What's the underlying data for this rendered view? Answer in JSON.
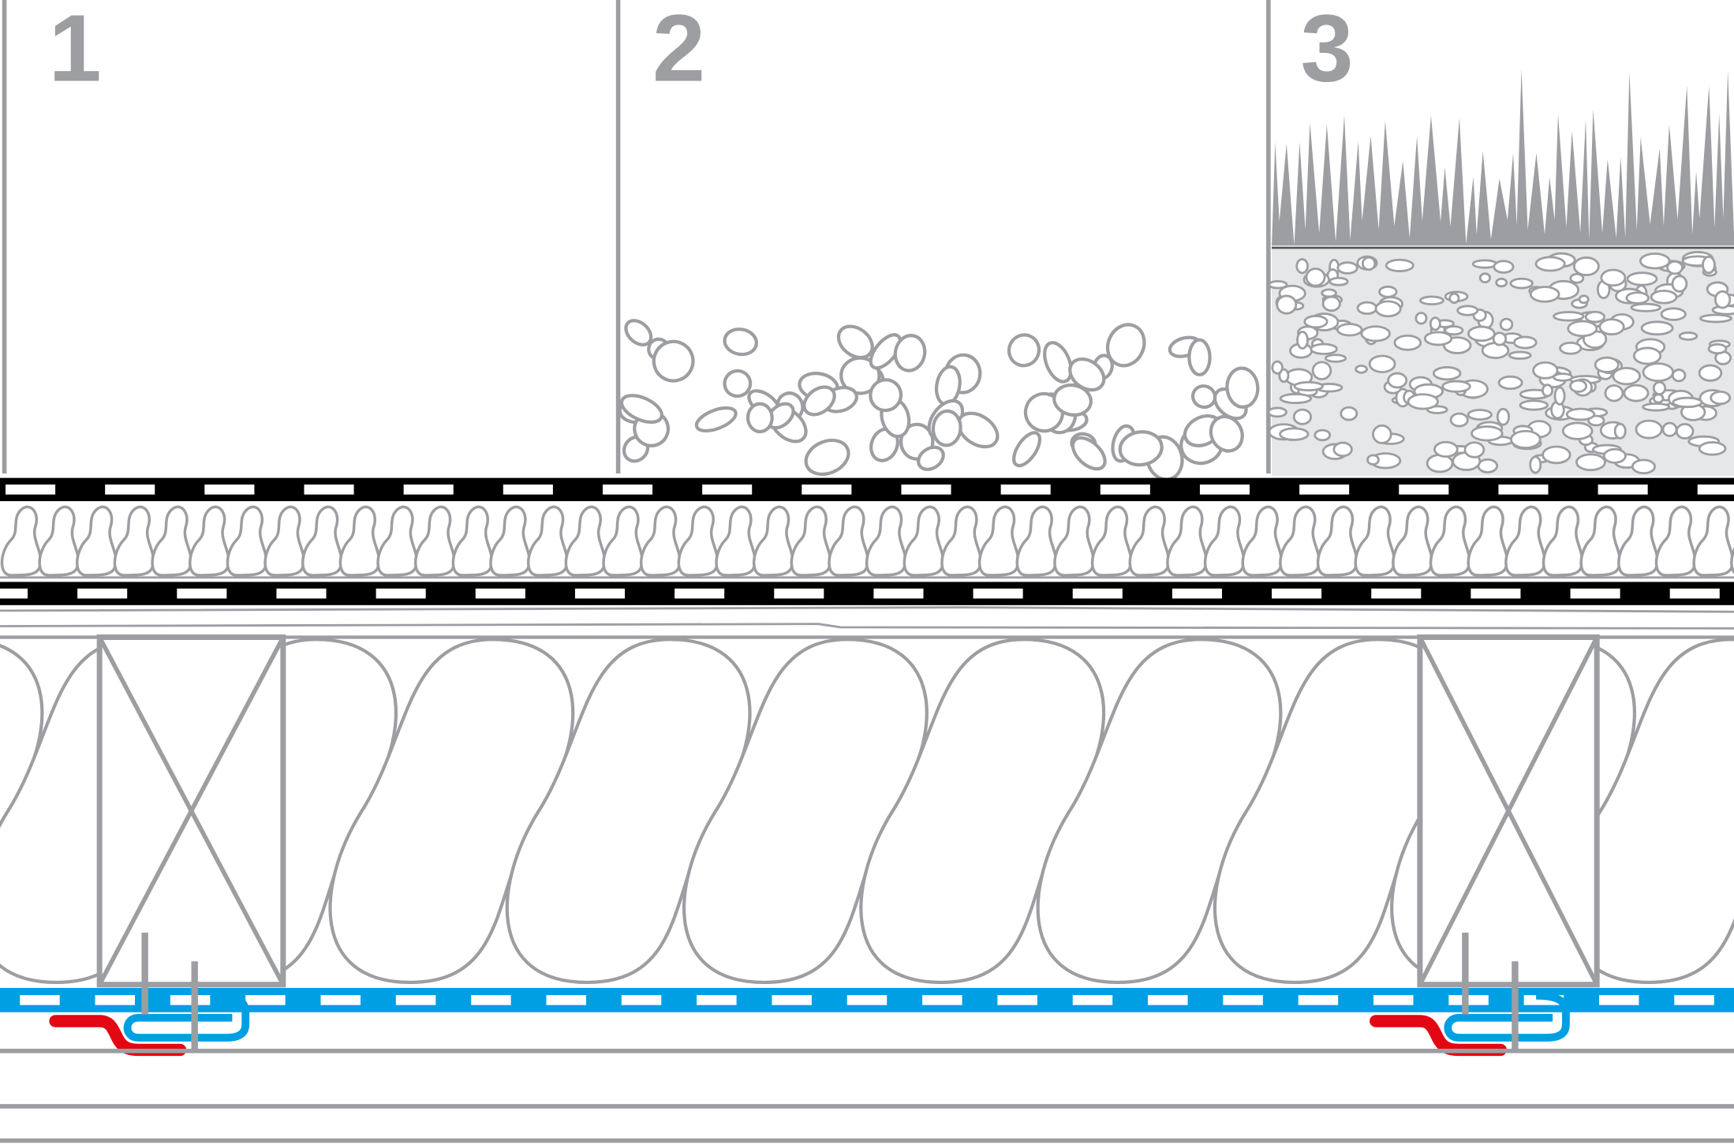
{
  "diagram": {
    "section_labels": [
      "1",
      "2",
      "3"
    ]
  },
  "colors": {
    "line_gray": "#9d9ea2",
    "membrane_black": "#000000",
    "vapour_barrier_blue": "#009fe3",
    "seal_red": "#e30613",
    "substrate_fill": "#e6e7e8"
  }
}
